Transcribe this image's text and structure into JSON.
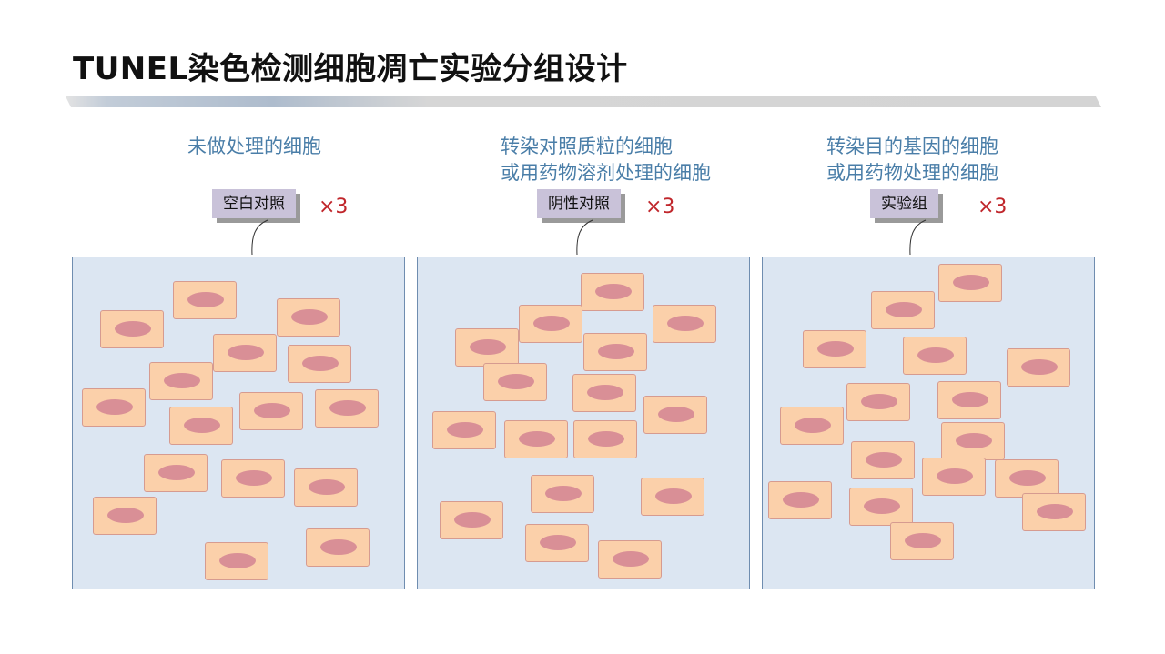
{
  "title": "TUNEL染色检测细胞凋亡实验分组设计",
  "groups": [
    {
      "description": [
        "未做处理的细胞"
      ],
      "tag": "空白对照",
      "replicates": "×3",
      "cells": [
        [
          110,
          341
        ],
        [
          190,
          309
        ],
        [
          304,
          328
        ],
        [
          234,
          367
        ],
        [
          316,
          379
        ],
        [
          164,
          398
        ],
        [
          90,
          427
        ],
        [
          186,
          447
        ],
        [
          263,
          431
        ],
        [
          346,
          428
        ],
        [
          158,
          499
        ],
        [
          243,
          505
        ],
        [
          323,
          515
        ],
        [
          102,
          546
        ],
        [
          225,
          596
        ],
        [
          336,
          581
        ]
      ]
    },
    {
      "description": [
        "转染对照质粒的细胞",
        "或用药物溶剂处理的细胞"
      ],
      "tag": "阴性对照",
      "replicates": "×3",
      "cells": [
        [
          638,
          300
        ],
        [
          570,
          335
        ],
        [
          717,
          335
        ],
        [
          500,
          361
        ],
        [
          641,
          366
        ],
        [
          531,
          399
        ],
        [
          629,
          411
        ],
        [
          707,
          435
        ],
        [
          475,
          452
        ],
        [
          554,
          462
        ],
        [
          630,
          462
        ],
        [
          583,
          522
        ],
        [
          704,
          525
        ],
        [
          483,
          551
        ],
        [
          577,
          576
        ],
        [
          657,
          594
        ]
      ]
    },
    {
      "description": [
        "转染目的基因的细胞",
        "或用药物处理的细胞"
      ],
      "tag": "实验组",
      "replicates": "×3",
      "cells": [
        [
          1031,
          290
        ],
        [
          957,
          320
        ],
        [
          882,
          363
        ],
        [
          992,
          370
        ],
        [
          1106,
          383
        ],
        [
          930,
          421
        ],
        [
          1030,
          419
        ],
        [
          857,
          447
        ],
        [
          1034,
          464
        ],
        [
          935,
          485
        ],
        [
          1013,
          503
        ],
        [
          1093,
          505
        ],
        [
          844,
          529
        ],
        [
          933,
          536
        ],
        [
          1123,
          542
        ],
        [
          978,
          574
        ]
      ]
    }
  ]
}
